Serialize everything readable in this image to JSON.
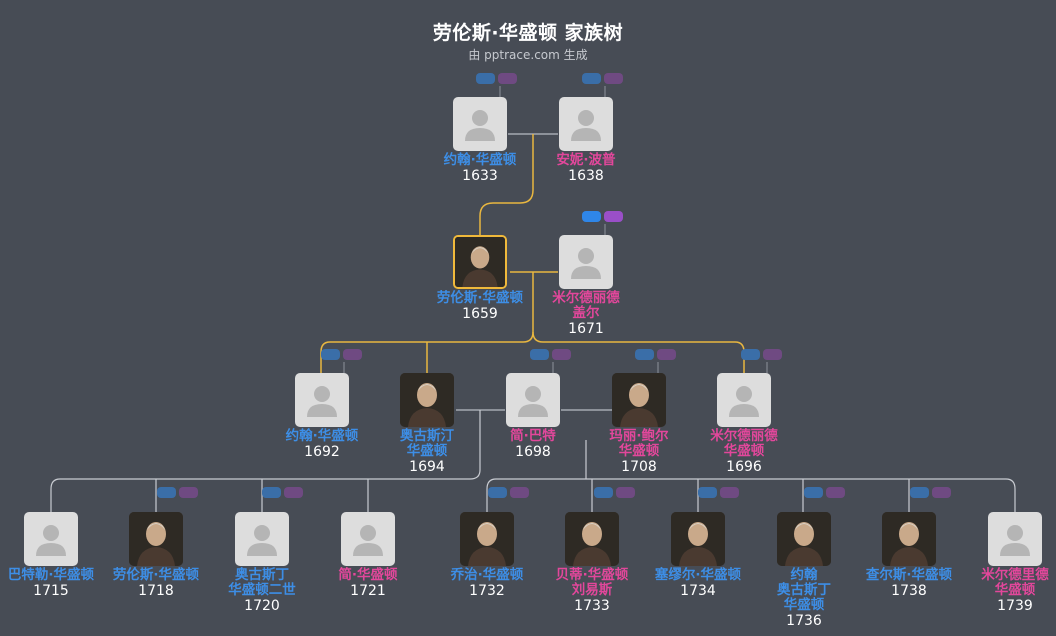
{
  "header": {
    "title": "劳伦斯·华盛顿 家族树",
    "subtitle": "由 pptrace.com 生成"
  },
  "colors": {
    "male": "#3d8ee6",
    "female": "#e2479b",
    "background": "#474c55",
    "selected_border": "#f0b93b"
  },
  "people": [
    {
      "id": "john",
      "name": "约翰·华盛顿",
      "year": "1633",
      "gender": "m",
      "photo": "placeholder"
    },
    {
      "id": "anne",
      "name": "安妮·波普",
      "year": "1638",
      "gender": "f",
      "photo": "placeholder"
    },
    {
      "id": "lawrence",
      "name": "劳伦斯·华盛顿",
      "year": "1659",
      "gender": "m",
      "photo": "portrait",
      "selected": true
    },
    {
      "id": "mildred",
      "name": "米尔德丽德\n盖尔",
      "year": "1671",
      "gender": "f",
      "photo": "placeholder"
    },
    {
      "id": "john2",
      "name": "约翰·华盛顿",
      "year": "1692",
      "gender": "m",
      "photo": "placeholder"
    },
    {
      "id": "augustine",
      "name": "奥古斯汀\n华盛顿",
      "year": "1694",
      "gender": "m",
      "photo": "portrait"
    },
    {
      "id": "jane",
      "name": "简·巴特",
      "year": "1698",
      "gender": "f",
      "photo": "placeholder"
    },
    {
      "id": "mary",
      "name": "玛丽·鲍尔\n华盛顿",
      "year": "1708",
      "gender": "f",
      "photo": "portrait"
    },
    {
      "id": "mildred2",
      "name": "米尔德丽德\n华盛顿",
      "year": "1696",
      "gender": "f",
      "photo": "placeholder"
    },
    {
      "id": "butler",
      "name": "巴特勒·华盛顿",
      "year": "1715",
      "gender": "m",
      "photo": "placeholder"
    },
    {
      "id": "lawrence2",
      "name": "劳伦斯·华盛顿",
      "year": "1718",
      "gender": "m",
      "photo": "portrait"
    },
    {
      "id": "augustine2",
      "name": "奥古斯丁\n华盛顿二世",
      "year": "1720",
      "gender": "m",
      "photo": "placeholder"
    },
    {
      "id": "jane2",
      "name": "简·华盛顿",
      "year": "1721",
      "gender": "f",
      "photo": "placeholder"
    },
    {
      "id": "george",
      "name": "乔治·华盛顿",
      "year": "1732",
      "gender": "m",
      "photo": "portrait"
    },
    {
      "id": "betty",
      "name": "贝蒂·华盛顿\n刘易斯",
      "year": "1733",
      "gender": "f",
      "photo": "portrait"
    },
    {
      "id": "samuel",
      "name": "塞缪尔·华盛顿",
      "year": "1734",
      "gender": "m",
      "photo": "portrait"
    },
    {
      "id": "john3",
      "name": "约翰\n奥古斯丁\n华盛顿",
      "year": "1736",
      "gender": "m",
      "photo": "portrait"
    },
    {
      "id": "charles",
      "name": "查尔斯·华盛顿",
      "year": "1738",
      "gender": "m",
      "photo": "portrait"
    },
    {
      "id": "mildred3",
      "name": "米尔德里德\n华盛顿",
      "year": "1739",
      "gender": "f",
      "photo": "placeholder"
    }
  ]
}
